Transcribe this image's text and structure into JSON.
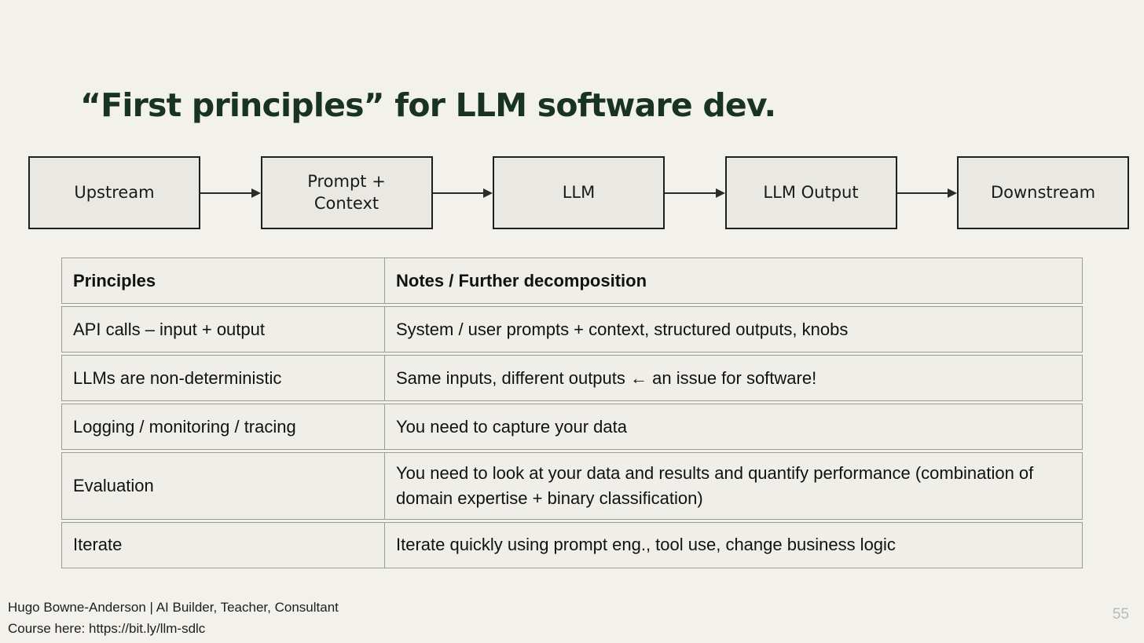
{
  "slide": {
    "title": "“First principles” for LLM software dev.",
    "page_number": "55"
  },
  "flow": {
    "boxes": [
      {
        "label": "Upstream"
      },
      {
        "label": "Prompt + Context"
      },
      {
        "label": "LLM"
      },
      {
        "label": "LLM Output"
      },
      {
        "label": "Downstream"
      }
    ]
  },
  "table": {
    "headers": {
      "principles": "Principles",
      "notes": "Notes / Further decomposition"
    },
    "rows": [
      {
        "principle": "API calls – input + output",
        "notes": "System / user prompts + context, structured outputs, knobs"
      },
      {
        "principle": "LLMs are non-deterministic",
        "notes": "Same inputs, different outputs ← an issue for software!"
      },
      {
        "principle": "Logging / monitoring / tracing",
        "notes": "You need to capture your data"
      },
      {
        "principle": "Evaluation",
        "notes": "You need to look at your data and results and quantify performance (combination of domain expertise + binary classification)"
      },
      {
        "principle": "Iterate",
        "notes": "Iterate quickly using prompt eng., tool use, change business logic"
      }
    ]
  },
  "footer": {
    "author": "Hugo Bowne-Anderson | AI Builder, Teacher, Consultant",
    "course": "Course here: https://bit.ly/llm-sdlc"
  },
  "colors": {
    "background": "#f2f1ec",
    "title_green": "#18331f",
    "box_fill": "#e9e8e2",
    "box_border": "#1f1f1f",
    "table_fill": "#efeee9",
    "table_border": "#9b9b97",
    "page_number_gray": "#b9b9b9"
  }
}
